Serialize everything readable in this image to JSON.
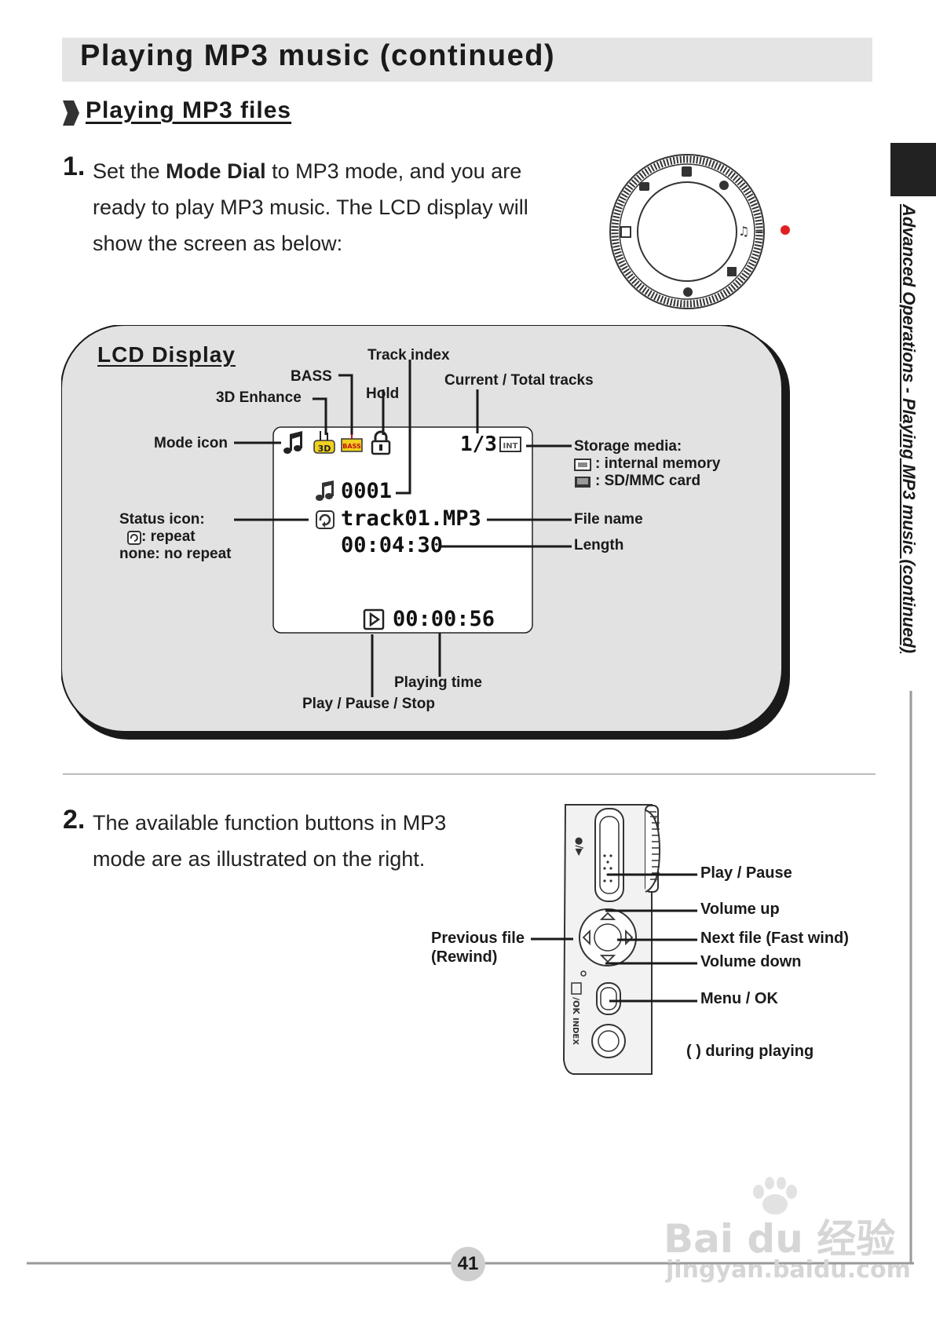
{
  "header": {
    "title": "Playing MP3 music (continued)"
  },
  "section": {
    "title": "Playing MP3 files"
  },
  "step1": {
    "number": "1.",
    "line1_pre": "Set the ",
    "line1_bold": "Mode Dial",
    "line1_post": " to MP3 mode, and you are",
    "line2": "ready to play MP3 music. The LCD display will",
    "line3": "show the screen as below:"
  },
  "lcd": {
    "heading": "LCD Display",
    "track_index_label": "Track index",
    "bass_label": "BASS",
    "enhance_label": "3D Enhance",
    "hold_label": "Hold",
    "current_total_label": "Current / Total tracks",
    "mode_icon_label": "Mode icon",
    "storage_label": "Storage media:",
    "storage_internal": ": internal memory",
    "storage_card": ": SD/MMC card",
    "status_label": "Status icon:",
    "status_repeat": ": repeat",
    "status_none": "none: no repeat",
    "file_name_label": "File name",
    "length_label": "Length",
    "playing_time_label": "Playing time",
    "play_pause_stop_label": "Play / Pause / Stop",
    "screen": {
      "tracks": "1/3",
      "track_number": "0001",
      "file_name": "track01.MP3",
      "length": "00:04:30",
      "elapsed": "00:00:56",
      "bass_icon_text": "BASS",
      "enhance_icon_text": "3D",
      "storage_icon_text": "INT"
    }
  },
  "step2": {
    "number": "2.",
    "line1": "The available function buttons in MP3",
    "line2": "mode are as illustrated on the right."
  },
  "camera": {
    "play_pause": "Play / Pause",
    "volume_up": "Volume up",
    "next_file": "Next file (Fast wind)",
    "volume_down": "Volume down",
    "menu_ok": "Menu / OK",
    "previous_file": "Previous file",
    "rewind": "(Rewind)",
    "during_playing": "( ) during playing",
    "body_text_ok": "/OK",
    "body_text_index": "INDEX"
  },
  "sidebar": {
    "text": "Advanced Operations - Playing MP3 music (continued)"
  },
  "footer": {
    "page_number": "41"
  },
  "watermark": {
    "brand": "Bai du 经验",
    "url": "jingyan.baidu.com"
  },
  "colors": {
    "title_bar": "#e4e4e4",
    "lcd_panel": "#e2e2e2",
    "accent_red": "#e02020",
    "side_tab": "#222222"
  }
}
